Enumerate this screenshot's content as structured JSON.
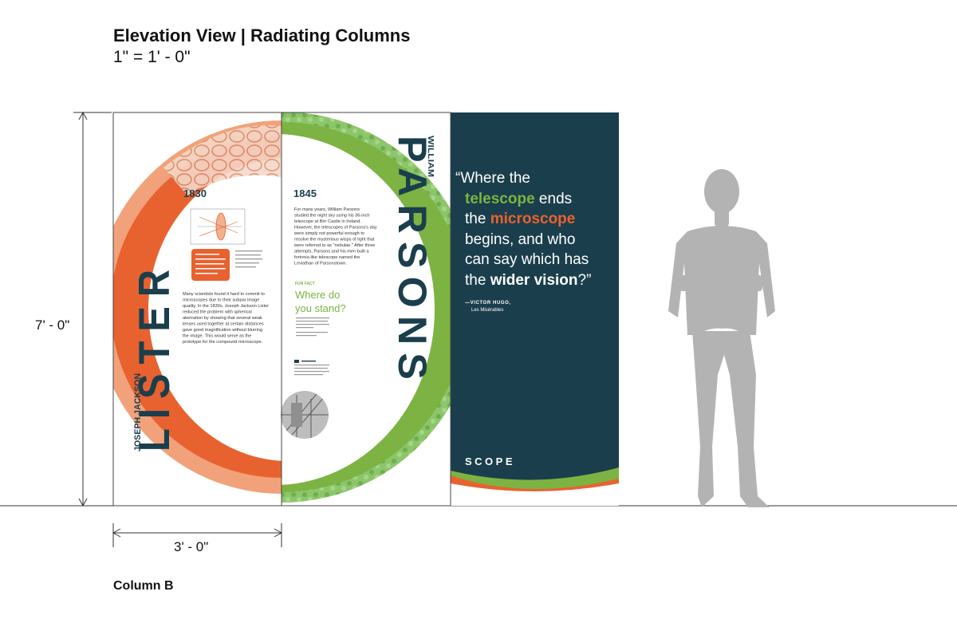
{
  "header": {
    "title": "Elevation View | Radiating Columns",
    "scale": "1\" = 1' - 0\""
  },
  "dimensions": {
    "height_label": "7' - 0\"",
    "width_label": "3' - 0\""
  },
  "footer": {
    "column_label": "Column B"
  },
  "panel_lister": {
    "name_first": "JOSEPH JACKSON",
    "name_last": "LISTER",
    "year": "1830",
    "body_lines": [
      "Many scientists found it hard to commit to",
      "microscopes due to their subpar image",
      "quality. In the 1830s, Joseph Jackson Lister",
      "reduced the problem with spherical",
      "aberration by showing that several weak",
      "lenses used together at certain distances",
      "gave good magnification without blurring",
      "the image. This would serve as the",
      "prototype for the compound microscope."
    ]
  },
  "panel_parsons": {
    "name_first": "WILLIAM",
    "name_last": "PARSONS",
    "year": "1845",
    "body_lines": [
      "For many years, William Parsons",
      "studied the night sky using his 36-inch",
      "telescope at Birr Castle in Ireland.",
      "However, the telescopes of Parsons's day",
      "were simply not powerful enough to",
      "resolve the mysterious wisps of light that",
      "were referred to as \"nebulae.\" After three",
      "attempts, Parsons and his men built a",
      "fortress-like telescope named the",
      "Leviathan of Parsonstown."
    ],
    "fun_fact_label": "FUN FACT",
    "fun_fact_heading_1": "Where do",
    "fun_fact_heading_2": "you stand?"
  },
  "panel_quote": {
    "line1": "“Where the",
    "line2_emph": "telescope",
    "line2_rest": " ends",
    "line3_pre": "the ",
    "line3_emph": "microscope",
    "line4": "begins, and who",
    "line5": "can say which has",
    "line6_pre": "the ",
    "line6_emph": "wider vision",
    "line6_post": "?”",
    "attribution": "—VICTOR HUGO,",
    "source": "Les Misérables",
    "brand": "SCOPE"
  },
  "colors": {
    "orange": "#e8622f",
    "green": "#7cb342",
    "dark_teal": "#1b3e4c",
    "figure_gray": "#b3b3b3"
  }
}
